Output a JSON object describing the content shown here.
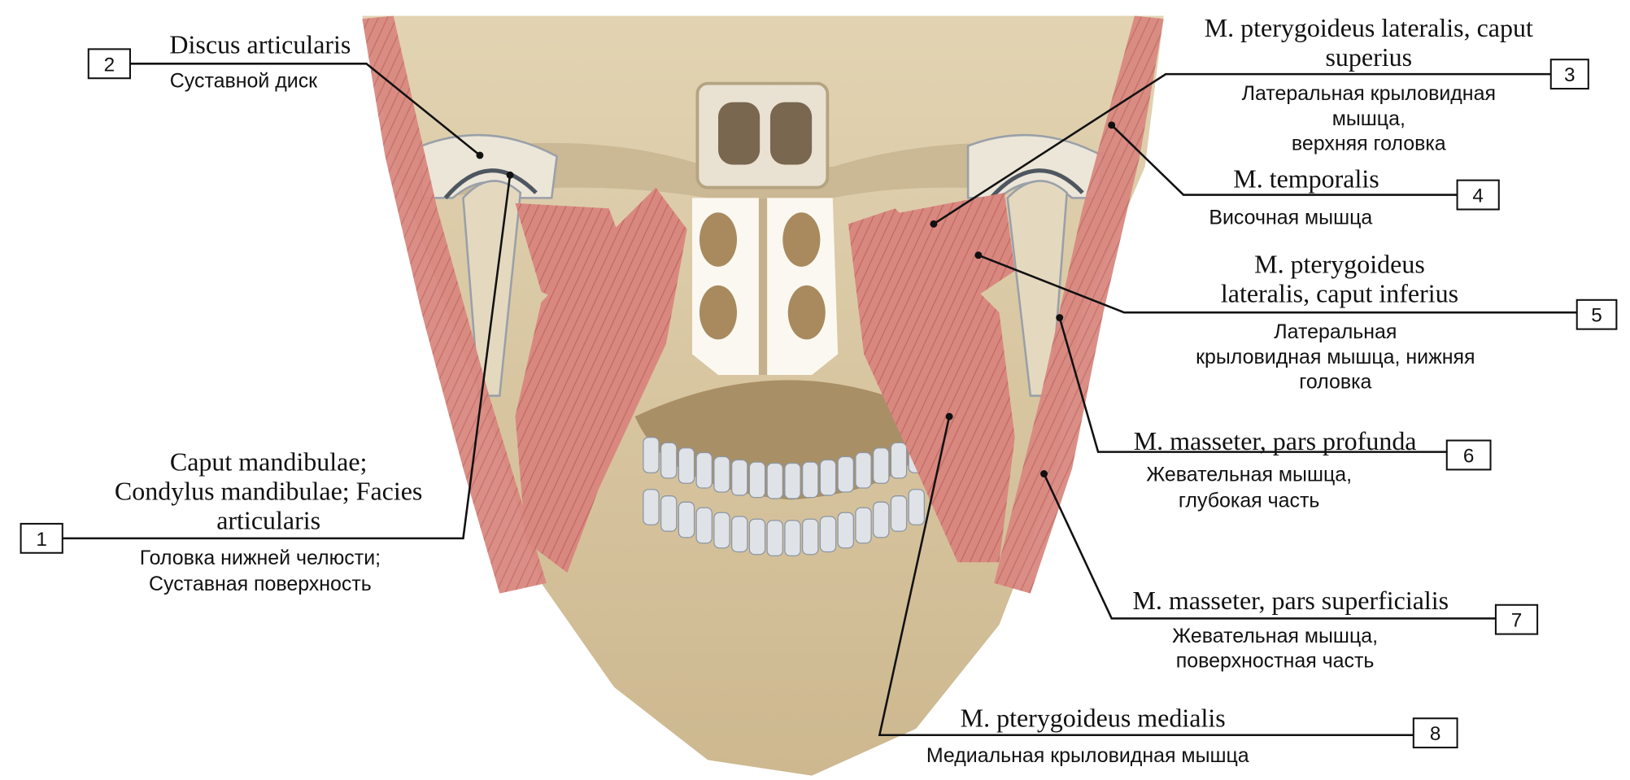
{
  "title": "Жевательные мышцы, вид сзади",
  "labels": [
    {
      "num": "1",
      "latin": [
        "Caput mandibulae;",
        "Condylus mandibulae; Facies",
        "articularis"
      ],
      "russian": [
        "Головка нижней челюсти;",
        "Суставная поверхность"
      ]
    },
    {
      "num": "2",
      "latin": [
        "Discus articularis"
      ],
      "russian": [
        "Суставной диск"
      ]
    },
    {
      "num": "3",
      "latin": [
        "M. pterygoideus lateralis, caput",
        "superius"
      ],
      "russian": [
        "Латеральная крыловидная",
        "мышца,",
        "верхняя головка"
      ]
    },
    {
      "num": "4",
      "latin": [
        "M. temporalis"
      ],
      "russian": [
        "Височная мышца"
      ]
    },
    {
      "num": "5",
      "latin": [
        "M. pterygoideus",
        "lateralis, caput inferius"
      ],
      "russian": [
        "Латеральная",
        "крыловидная мышца, нижняя",
        "головка"
      ]
    },
    {
      "num": "6",
      "latin": [
        "M. masseter, pars profunda"
      ],
      "russian": [
        "Жевательная мышца,",
        "глубокая часть"
      ]
    },
    {
      "num": "7",
      "latin": [
        "M. masseter, pars superficialis"
      ],
      "russian": [
        "Жевательная мышца,",
        "поверхностная часть"
      ]
    },
    {
      "num": "8",
      "latin": [
        "M. pterygoideus medialis"
      ],
      "russian": [
        "Медиальная крыловидная мышца"
      ]
    }
  ],
  "colors": {
    "bone": "#d8c7a3",
    "muscle": "#d98880",
    "tooth": "#dfe3e8",
    "line": "#111111"
  }
}
